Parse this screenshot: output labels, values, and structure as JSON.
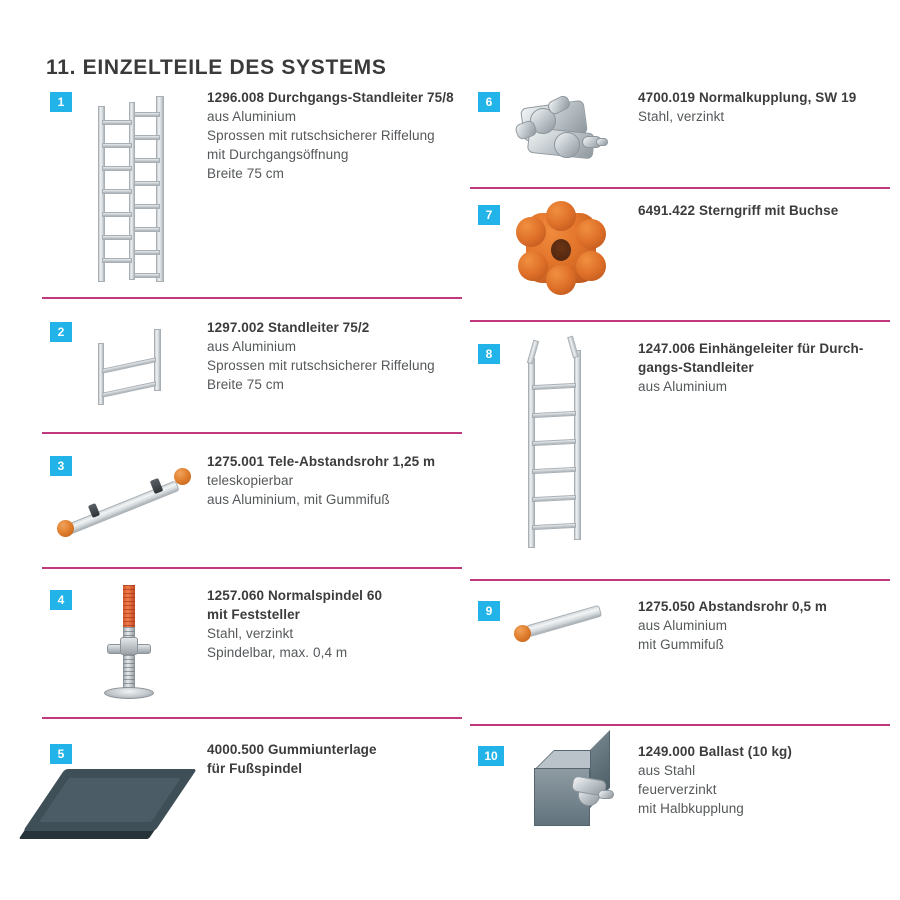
{
  "page": {
    "title": "11. EINZELTEILE DES SYSTEMS",
    "accent_badge_color": "#22b3e8",
    "divider_color": "#c0397f",
    "text_color": "#55585a",
    "heading_color": "#3c3c3c"
  },
  "columns": {
    "left": [
      {
        "badge": "1",
        "icon": "ladder-frame-8-rungs-image",
        "heading": "1296.008 Durchgangs-Standleiter 75/8",
        "lines": [
          "aus Aluminium",
          "Sprossen mit rutschsicherer Riffelung",
          "mit Durchgangsöffnung",
          "Breite 75 cm"
        ]
      },
      {
        "badge": "2",
        "icon": "ladder-frame-2-rungs-image",
        "heading": "1297.002 Standleiter 75/2",
        "lines": [
          "aus Aluminium",
          "Sprossen mit rutschsicherer Riffelung",
          "Breite 75 cm"
        ]
      },
      {
        "badge": "3",
        "icon": "telescopic-spacer-tube-image",
        "heading": "1275.001 Tele-Abstandsrohr 1,25 m",
        "lines": [
          "teleskopierbar",
          "aus Aluminium, mit Gummifuß"
        ]
      },
      {
        "badge": "4",
        "icon": "adjustable-base-spindle-image",
        "heading": "1257.060 Normalspindel 60",
        "heading2": "mit Feststeller",
        "lines": [
          "Stahl, verzinkt",
          "Spindelbar, max. 0,4 m"
        ]
      },
      {
        "badge": "5",
        "icon": "rubber-base-pad-image",
        "heading": "4000.500 Gummiunterlage",
        "heading2": "für Fußspindel",
        "lines": []
      }
    ],
    "right": [
      {
        "badge": "6",
        "icon": "scaffold-coupler-image",
        "heading": "4700.019 Normalkupplung, SW 19",
        "lines": [
          "Stahl, verzinkt"
        ]
      },
      {
        "badge": "7",
        "icon": "star-knob-grip-image",
        "heading": "6491.422 Sterngriff mit Buchse",
        "lines": []
      },
      {
        "badge": "8",
        "icon": "hook-on-ladder-image",
        "heading": "1247.006 Einhängeleiter für Durch-",
        "heading2": "gangs-Standleiter",
        "lines": [
          "aus Aluminium"
        ]
      },
      {
        "badge": "9",
        "icon": "spacer-tube-short-image",
        "heading": "1275.050 Abstandsrohr 0,5 m",
        "lines": [
          "aus Aluminium",
          "mit Gummifuß"
        ]
      },
      {
        "badge": "10",
        "icon": "ballast-weight-image",
        "heading": "1249.000 Ballast (10 kg)",
        "lines": [
          "aus Stahl",
          "feuerverzinkt",
          "mit Halbkupplung"
        ]
      }
    ]
  }
}
